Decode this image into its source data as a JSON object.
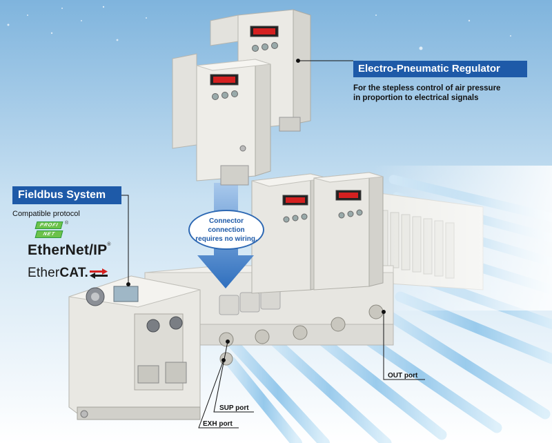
{
  "epr": {
    "title": "Electro-Pneumatic Regulator",
    "desc_line1": "For the stepless control of air pressure",
    "desc_line2": "in proportion to electrical signals"
  },
  "fieldbus": {
    "title": "Fieldbus System",
    "compat_label": "Compatible protocol",
    "profinet_top": "PROFI",
    "profinet_bottom": "NET",
    "ethernet_ip_a": "EtherNet/IP",
    "ethernet_ip_tm": "®",
    "ethercat_a": "Ether",
    "ethercat_b": "CAT."
  },
  "bubble": {
    "line1": "Connector connection",
    "line2": "requires no wiring."
  },
  "ports": {
    "out": "OUT port",
    "sup": "SUP port",
    "exh": "EXH port"
  },
  "colors": {
    "accent_blue": "#1e5aa8",
    "tube_blue": "#a9d3ef",
    "body_gray": "#e4e3de",
    "display_red": "#d42020"
  }
}
